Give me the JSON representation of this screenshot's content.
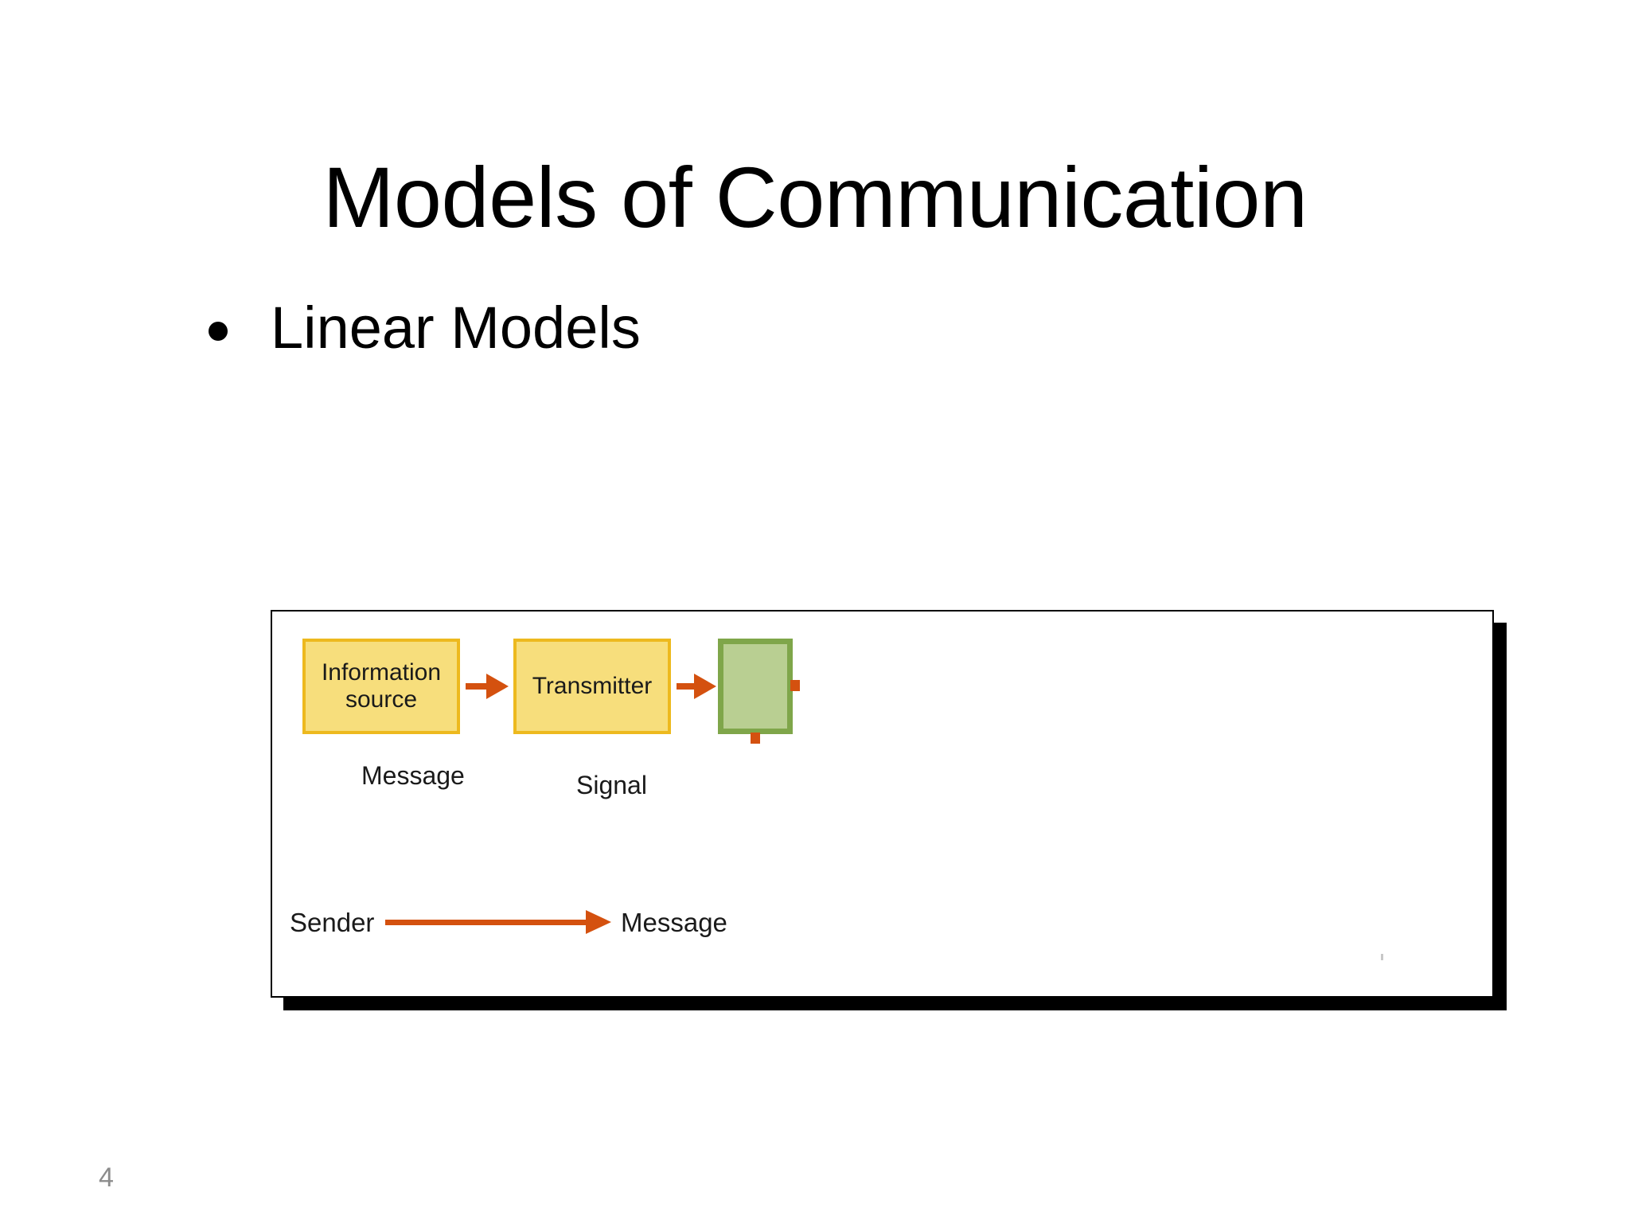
{
  "slide": {
    "title": "Models of Communication",
    "number": "4",
    "bullets": [
      {
        "text": "Linear Models"
      }
    ]
  },
  "diagram": {
    "nodes": [
      {
        "id": "information-source",
        "label": "Information\nsource",
        "shape": "rect",
        "fill": "#F7DE7C",
        "border": "#EDB91E"
      },
      {
        "id": "transmitter",
        "label": "Transmitter",
        "shape": "rect",
        "fill": "#F7DE7C",
        "border": "#EDB91E"
      },
      {
        "id": "receiver",
        "label": "",
        "shape": "rect",
        "fill": "#B9CF92",
        "border": "#7FA64A"
      }
    ],
    "labels": {
      "message_top": "Message",
      "signal": "Signal",
      "sender": "Sender",
      "message_bottom": "Message"
    },
    "arrows": [
      {
        "id": "source-to-transmitter",
        "from": "information-source",
        "to": "transmitter",
        "color": "#D4510F"
      },
      {
        "id": "transmitter-to-receiver",
        "from": "transmitter",
        "to": "receiver",
        "color": "#D4510F"
      },
      {
        "id": "sender-to-message",
        "from": "sender",
        "to": "message",
        "color": "#D4510F"
      }
    ],
    "colors": {
      "arrow": "#D4510F",
      "node_yellow_fill": "#F7DE7C",
      "node_yellow_border": "#EDB91E",
      "node_green_fill": "#B9CF92",
      "node_green_border": "#7FA64A",
      "panel_border": "#000000",
      "panel_shadow": "#000000"
    }
  }
}
